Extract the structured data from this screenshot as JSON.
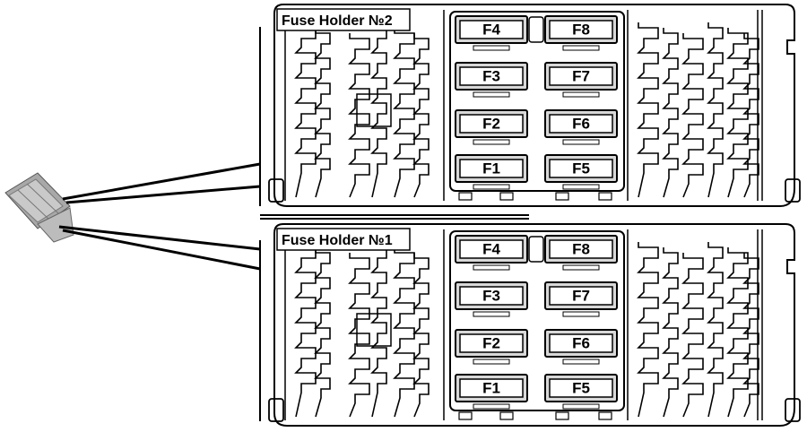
{
  "holders": [
    {
      "id": "fuse-holder-2",
      "title": "Fuse Holder №2",
      "left_column": [
        "F4",
        "F3",
        "F2",
        "F1"
      ],
      "right_column": [
        "F8",
        "F7",
        "F6",
        "F5"
      ]
    },
    {
      "id": "fuse-holder-1",
      "title": "Fuse Holder №1",
      "left_column": [
        "F4",
        "F3",
        "F2",
        "F1"
      ],
      "right_column": [
        "F8",
        "F7",
        "F6",
        "F5"
      ]
    }
  ],
  "colors": {
    "line": "#000000",
    "fuse_fill": "#d8d8d8",
    "fuse_window": "#ffffff",
    "connector": "#9a9a9a"
  }
}
